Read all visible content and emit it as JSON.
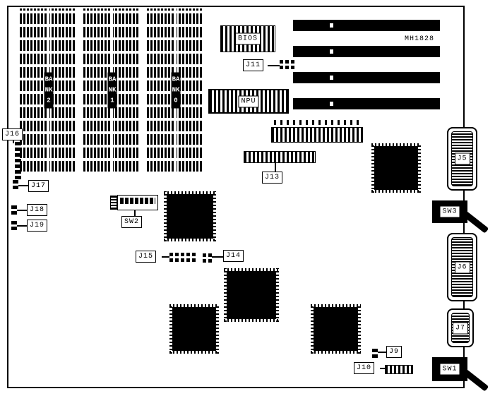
{
  "board": {
    "part_number": "MH1828",
    "bios": "BIOS",
    "npu": "NPU",
    "banks": [
      {
        "label": "BANK2"
      },
      {
        "label": "BANK1"
      },
      {
        "label": "BANK0"
      }
    ],
    "labels": {
      "j5": "J5",
      "j6": "J6",
      "j7": "J7",
      "j9": "J9",
      "j10": "J10",
      "j11": "J11",
      "j13": "J13",
      "j14": "J14",
      "j15": "J15",
      "j16": "J16",
      "j17": "J17",
      "j18": "J18",
      "j19": "J19",
      "sw1": "SW1",
      "sw2": "SW2",
      "sw3": "SW3"
    }
  }
}
